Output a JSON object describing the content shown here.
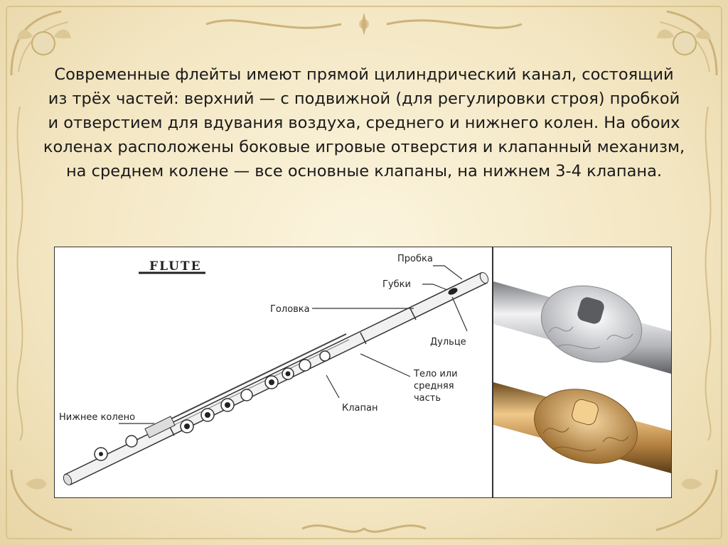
{
  "slide": {
    "paragraph": "Современные флейты имеют прямой цилиндрический канал, состоящий из трёх частей: верхний — с подвижной (для регулировки строя) пробкой и отверстием для вдувания воздуха, среднего и нижнего колен. На обоих коленах расположены боковые игровые отверстия и клапанный механизм, на среднем колене — все основные клапаны, на нижнем 3-4 клапана."
  },
  "diagram": {
    "title": "FLUTE",
    "labels": {
      "probka": "Пробка",
      "gubki": "Губки",
      "golovka": "Головка",
      "dultse": "Дульце",
      "telo_line1": "Тело или",
      "telo_line2": "средняя",
      "telo_line3": "часть",
      "klapan": "Клапан",
      "nizhnee": "Нижнее колено"
    }
  },
  "colors": {
    "background": "#f6ecd0",
    "text": "#1a1a1a",
    "silver": "#c9cbd0",
    "gold": "#b88a4a"
  }
}
